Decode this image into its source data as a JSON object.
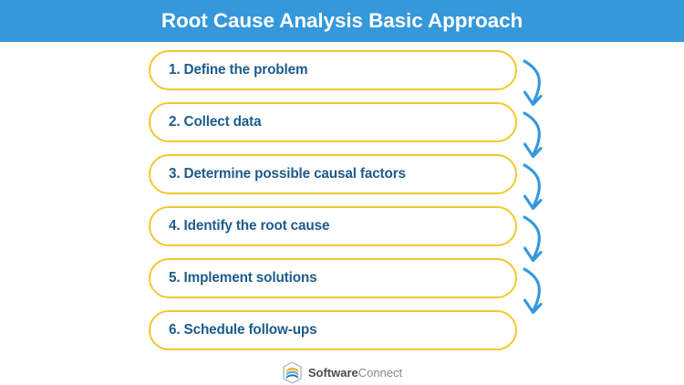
{
  "header": {
    "title": "Root Cause Analysis Basic Approach",
    "background_color": "#3498db",
    "text_color": "#ffffff"
  },
  "theme": {
    "page_background": "#ffffff",
    "box_border_color": "#efc92e",
    "box_text_color": "#1f5c8b",
    "arrow_color": "#3498db"
  },
  "steps": [
    {
      "label": "1. Define the problem"
    },
    {
      "label": "2. Collect data"
    },
    {
      "label": "3. Determine possible causal factors"
    },
    {
      "label": "4. Identify the root cause"
    },
    {
      "label": "5. Implement solutions"
    },
    {
      "label": "6. Schedule follow-ups"
    }
  ],
  "footer": {
    "logo_name_bold": "Software",
    "logo_name_light": "Connect",
    "logo_icon": "hexagon-wave-logo-icon"
  }
}
